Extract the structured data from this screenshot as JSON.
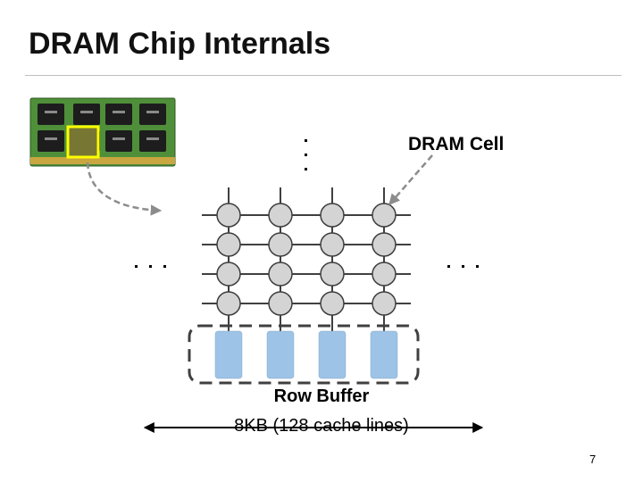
{
  "slide": {
    "title": "DRAM Chip Internals",
    "page_number": "7"
  },
  "diagram": {
    "cell_label": "DRAM Cell",
    "row_buffer_label": "Row Buffer",
    "row_buffer_size": "8KB (128 cache lines)",
    "cell_array": {
      "rows": 4,
      "columns": 4
    },
    "ellipsis": "…",
    "colors": {
      "cell_fill": "#d4d4d4",
      "cell_stroke": "#3c3c3c",
      "buffer_fill": "#9dc3e6",
      "buffer_border": "#404040",
      "arrow_gray": "#8c8c8c",
      "highlight": "#ffff00",
      "pcb_green": "#4f8f3a",
      "chip_black": "#1d1d1d"
    }
  }
}
